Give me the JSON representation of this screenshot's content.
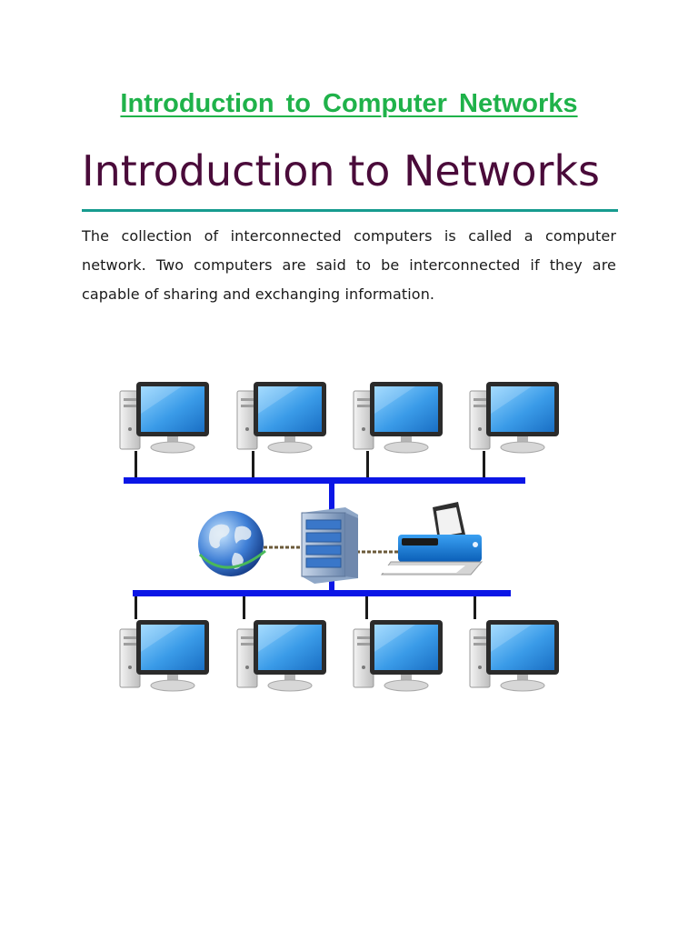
{
  "header": {
    "top_heading": "Introduction to Computer Networks",
    "title": "Introduction to Networks"
  },
  "body": {
    "paragraph": "The collection of interconnected computers is called a computer network. Two computers are said to be interconnected if they are capable of sharing and exchanging information."
  },
  "diagram": {
    "top_row_computers": 4,
    "bottom_row_computers": 4,
    "center_devices": [
      "globe-icon",
      "server-icon",
      "printer-icon"
    ],
    "bus_color": "#0b16e6"
  },
  "colors": {
    "top_heading": "#1fb24a",
    "title": "#4a0b3a",
    "rule": "#179b8f"
  }
}
